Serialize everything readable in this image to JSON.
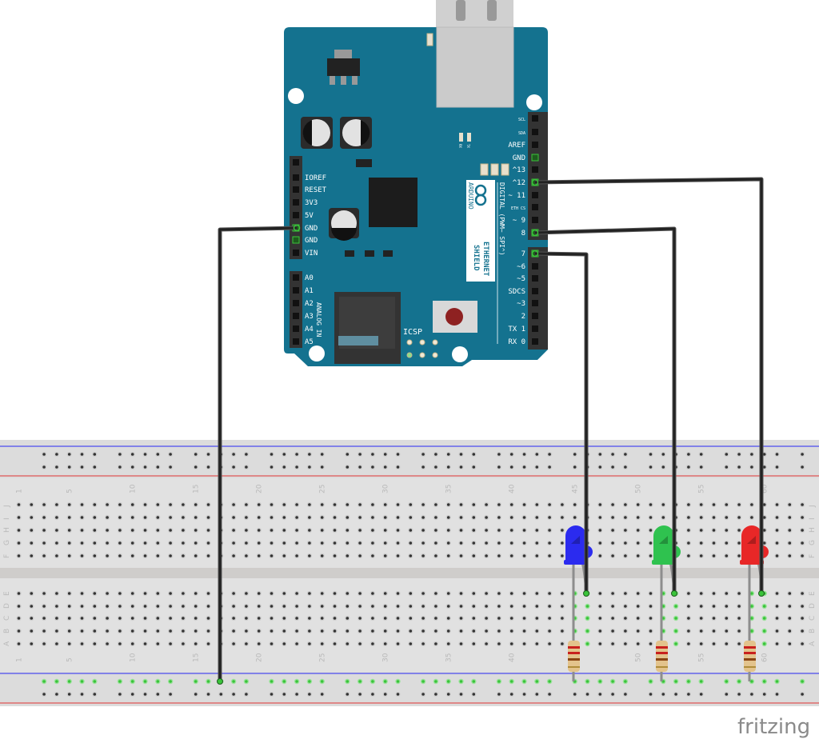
{
  "shield": {
    "brand": "ARDUINO",
    "name_line1": "ETHERNET",
    "name_line2": "SHIELD",
    "digital_label": "DIGITAL (PWM~ SPI^)",
    "analog_label": "ANALOG IN",
    "icsp_label": "ICSP",
    "rx_led": "RX",
    "tx_led": "TX",
    "right_pins": [
      "SCL",
      "SDA",
      "AREF",
      "GND",
      "^13",
      "^12",
      "~ 11",
      "ETH CS",
      "~ 9",
      "8",
      "7",
      "~6",
      "~5",
      "SDCS",
      "~3",
      "2",
      "TX 1",
      "RX 0"
    ],
    "power_pins": [
      "",
      "IOREF",
      "RESET",
      "3V3",
      "5V",
      "GND",
      "GND",
      "VIN"
    ],
    "analog_pins": [
      "A0",
      "A1",
      "A2",
      "A3",
      "A4",
      "A5"
    ],
    "board_color": "#14728f"
  },
  "breadboard": {
    "column_labels": [
      "1",
      "5",
      "10",
      "15",
      "20",
      "25",
      "30",
      "35",
      "40",
      "45",
      "50",
      "55",
      "60"
    ],
    "row_labels_top": [
      "J",
      "I",
      "H",
      "G",
      "F"
    ],
    "row_labels_bottom": [
      "E",
      "D",
      "C",
      "B",
      "A"
    ]
  },
  "components": {
    "leds": [
      {
        "color_name": "blue",
        "color": "#2b2bef"
      },
      {
        "color_name": "green",
        "color": "#2fc24f"
      },
      {
        "color_name": "red",
        "color": "#e82727"
      }
    ],
    "wire_color": "#222222",
    "connected_color": "#3ac43a"
  },
  "footer": {
    "logo": "fritzing"
  }
}
